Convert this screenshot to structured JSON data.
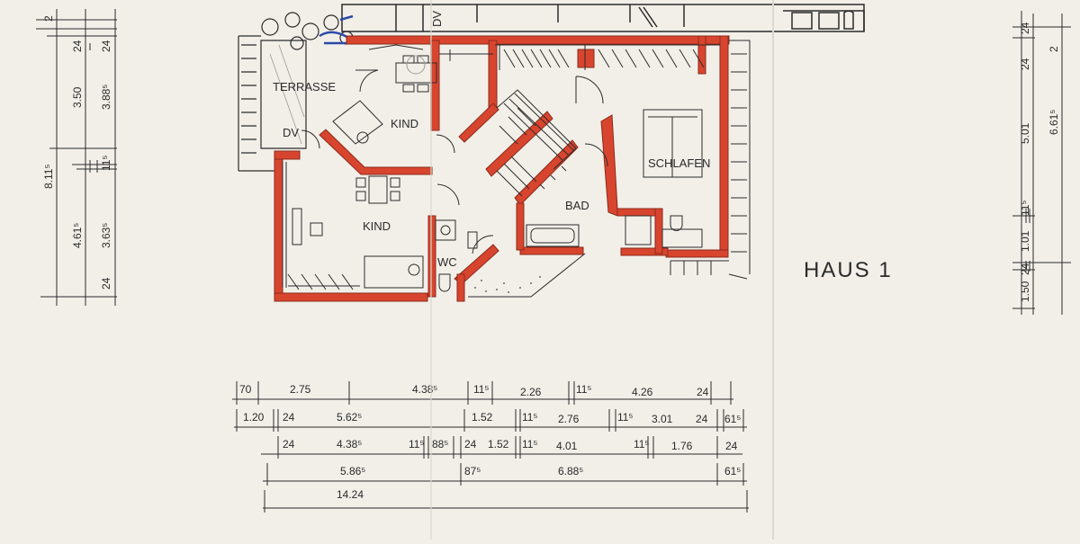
{
  "rooms": {
    "terrasse": "TERRASSE",
    "dv_terrace": "DV",
    "kind_upper": "KIND",
    "kind_lower": "KIND",
    "schlafen": "SCHLAFEN",
    "bad": "BAD",
    "wc": "WC",
    "top_dv": "DV"
  },
  "house_label": "HAUS 1",
  "left_dims": {
    "outer_total": "8.11⁵",
    "top_24": "24",
    "top_2": "2",
    "top_24b": "24",
    "upper_a": "3.50",
    "upper_b": "3.88⁵",
    "mid_11": "11⁵",
    "lower_a": "4.61⁵",
    "lower_b": "3.63⁵",
    "bottom_24": "24"
  },
  "right_dims": {
    "top_24": "24",
    "top_24b": "24",
    "top_2": "2",
    "upper": "5.01",
    "total": "6.61⁵",
    "mid_11": "11⁵",
    "mid_101": "1.01",
    "bot_24": "24",
    "bot_150": "1.50"
  },
  "bottom_dims": {
    "row1": [
      "70",
      "2.75",
      "4.38⁵",
      "11⁵",
      "2.26",
      "11⁵",
      "4.26",
      "24"
    ],
    "row2": [
      "1.20",
      "24",
      "5.62⁵",
      "1.52",
      "11⁵",
      "2.76",
      "11⁵",
      "3.01",
      "24",
      "61⁵"
    ],
    "row3": [
      "24",
      "4.38⁵",
      "11⁵",
      "88⁵",
      "24",
      "1.52",
      "11⁵",
      "4.01",
      "11⁵",
      "1.76",
      "24"
    ],
    "row4": [
      "5.86⁵",
      "87⁵",
      "6.88⁵",
      "61⁵"
    ],
    "row5": [
      "14.24"
    ]
  },
  "colors": {
    "wall": "#d8452e",
    "wall_edge": "#8a2a1c",
    "line": "#2b2b2b",
    "paper": "#f1efe8",
    "blue_ink": "#2a4aa8"
  }
}
